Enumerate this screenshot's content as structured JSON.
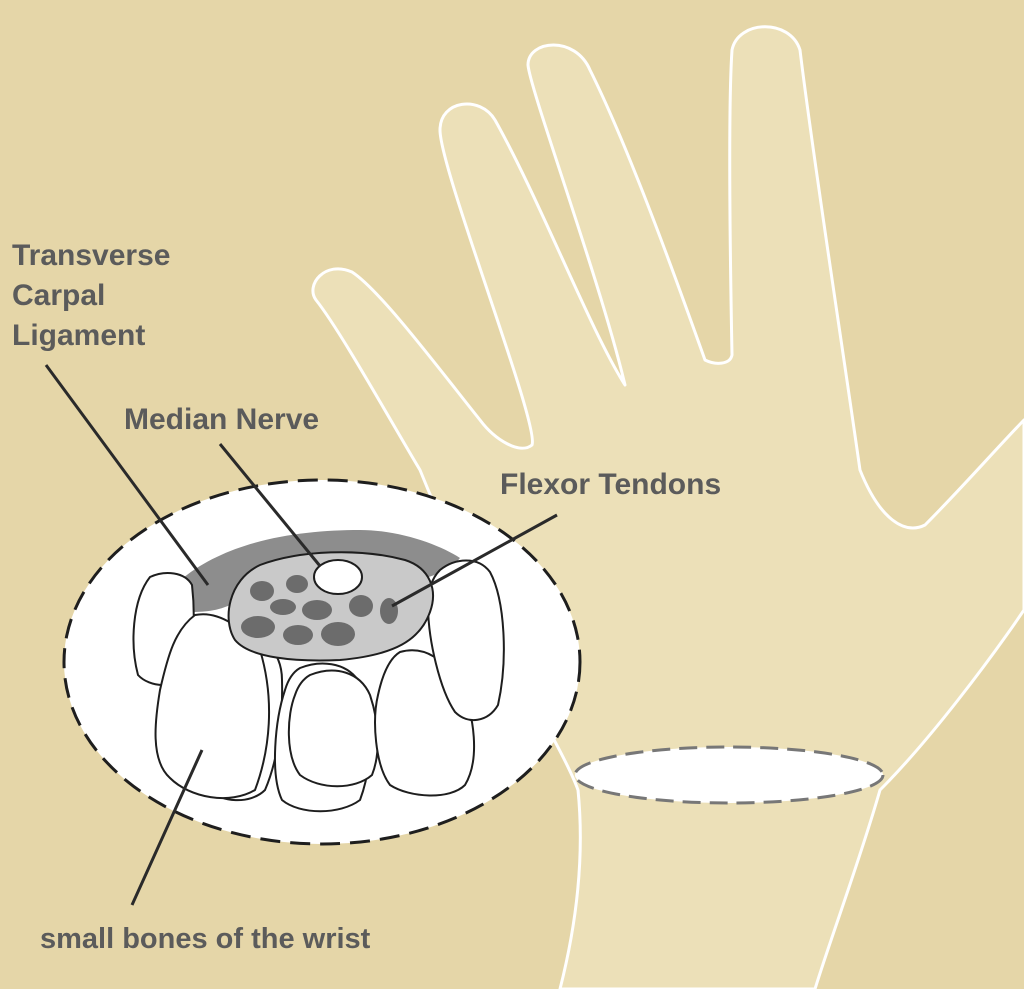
{
  "colors": {
    "background": "#e5d6a8",
    "hand": "#ece0b8",
    "section_fill": "#ffffff",
    "ligament": "#8d8d8d",
    "carpal_tunnel": "#c9c9c9",
    "tendon": "#6c6c6c",
    "label_text": "#5b5b5b",
    "leader_line": "#2a2a2a"
  },
  "labels": {
    "transverse_carpal_ligament": [
      "Transverse",
      "Carpal",
      "Ligament"
    ],
    "median_nerve": "Median Nerve",
    "flexor_tendons": "Flexor Tendons",
    "small_bones": "small bones of the wrist"
  }
}
